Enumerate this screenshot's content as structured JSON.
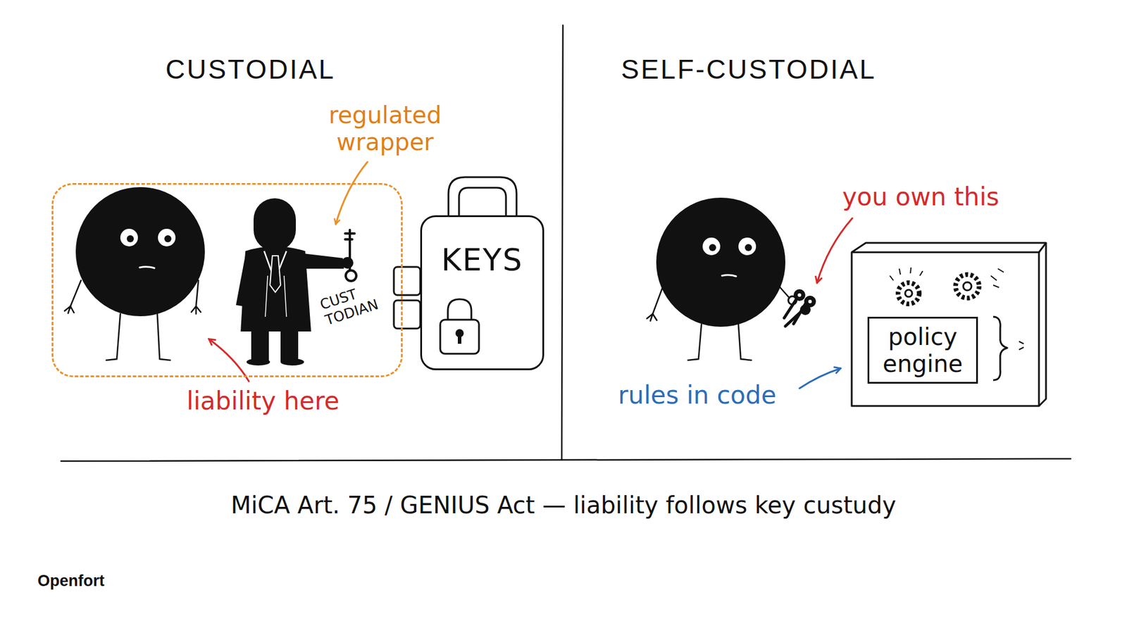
{
  "diagram": {
    "caption": "MiCA Art. 75 / GENIUS Act — liability follows key custudy",
    "nodes": [
      {
        "text": [
          "regulated wrapper"
        ]
      },
      {
        "text": [
          "KEYS"
        ]
      },
      {
        "text": [
          "policy engine"
        ]
      }
    ],
    "labels": [
      "CUSTODIAL",
      "SELF-CUSTODIAL",
      "CUST TODIAN",
      "liability here",
      "you own this",
      "rules in code",
      "Openfort"
    ]
  }
}
